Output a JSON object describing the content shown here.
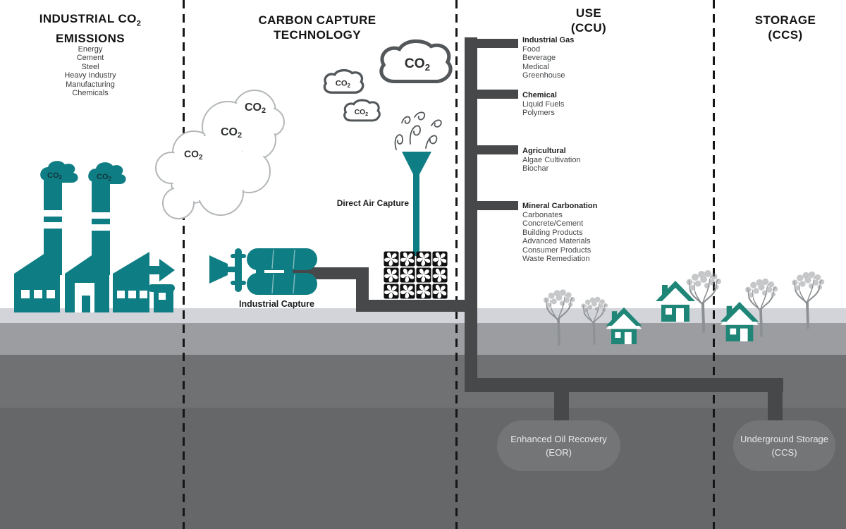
{
  "sections": {
    "emissions": {
      "title_line1": "INDUSTRIAL CO",
      "title_sub": "2",
      "title_line2": "EMISSIONS",
      "items": [
        "Energy",
        "Cement",
        "Steel",
        "Heavy Industry",
        "Manufacturing",
        "Chemicals"
      ]
    },
    "capture": {
      "title_line1": "CARBON CAPTURE",
      "title_line2": "TECHNOLOGY",
      "direct_air_label": "Direct Air Capture",
      "industrial_label": "Industrial Capture"
    },
    "use": {
      "title_line1": "USE",
      "title_line2": "(CCU)",
      "groups": [
        {
          "heading": "Industrial Gas",
          "items": [
            "Food",
            "Beverage",
            "Medical",
            "Greenhouse"
          ]
        },
        {
          "heading": "Chemical",
          "items": [
            "Liquid Fuels",
            "Polymers"
          ]
        },
        {
          "heading": "Agricultural",
          "items": [
            "Algae Cultivation",
            "Biochar"
          ]
        },
        {
          "heading": "Mineral Carbonation",
          "items": [
            "Carbonates",
            "Concrete/Cement",
            "Building Products",
            "Advanced Materials",
            "Consumer Products",
            "Waste Remediation"
          ]
        }
      ]
    },
    "storage": {
      "title_line1": "STORAGE",
      "title_line2": "(CCS)"
    }
  },
  "underground": {
    "eor": {
      "line1": "Enhanced Oil Recovery",
      "line2": "(EOR)"
    },
    "ccs": {
      "line1": "Underground Storage",
      "line2": "(CCS)"
    }
  },
  "labels": {
    "co2": {
      "base": "CO",
      "sub": "2"
    }
  },
  "colors": {
    "teal": "#0f7e84",
    "house_teal": "#1e8577",
    "pipe_gray": "#46484a",
    "cloud_outline_dark": "#54575a",
    "cloud_outline_light": "#b4b7b9",
    "ground_light": "#d2d4da",
    "ground_medium": "#9b9da1",
    "ground_dark": "#6f7173",
    "ground_darkest": "#656769",
    "bubble_gray": "#737577",
    "tree_gray": "#8d9093"
  }
}
